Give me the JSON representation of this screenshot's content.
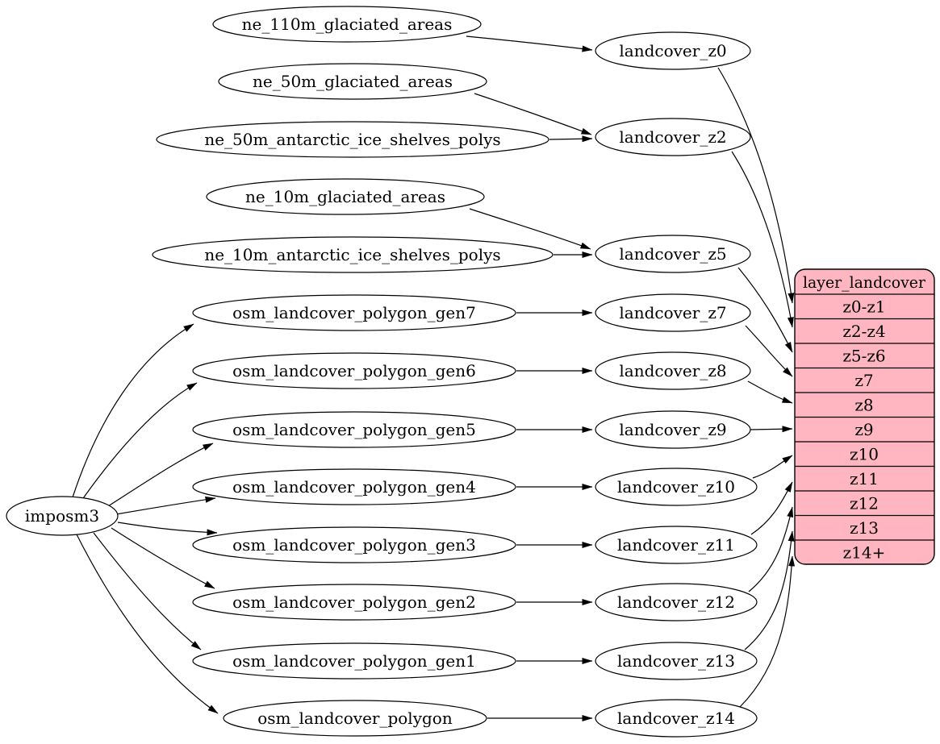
{
  "diagram": {
    "kind": "dependency-graph",
    "root": {
      "label": "imposm3"
    },
    "sources": [
      "ne_110m_glaciated_areas",
      "ne_50m_glaciated_areas",
      "ne_50m_antarctic_ice_shelves_polys",
      "ne_10m_glaciated_areas",
      "ne_10m_antarctic_ice_shelves_polys",
      "osm_landcover_polygon_gen7",
      "osm_landcover_polygon_gen6",
      "osm_landcover_polygon_gen5",
      "osm_landcover_polygon_gen4",
      "osm_landcover_polygon_gen3",
      "osm_landcover_polygon_gen2",
      "osm_landcover_polygon_gen1",
      "osm_landcover_polygon"
    ],
    "intermediates": [
      "landcover_z0",
      "landcover_z2",
      "landcover_z5",
      "landcover_z7",
      "landcover_z8",
      "landcover_z9",
      "landcover_z10",
      "landcover_z11",
      "landcover_z12",
      "landcover_z13",
      "landcover_z14"
    ],
    "table": {
      "title": "layer_landcover",
      "rows": [
        "z0-z1",
        "z2-z4",
        "z5-z6",
        "z7",
        "z8",
        "z9",
        "z10",
        "z11",
        "z12",
        "z13",
        "z14+"
      ]
    },
    "colors": {
      "table_fill": "#ffb6c1",
      "node_fill": "#ffffff",
      "stroke": "#000000"
    },
    "edges": [
      {
        "from": "imposm3",
        "to": "osm_landcover_polygon_gen7"
      },
      {
        "from": "imposm3",
        "to": "osm_landcover_polygon_gen6"
      },
      {
        "from": "imposm3",
        "to": "osm_landcover_polygon_gen5"
      },
      {
        "from": "imposm3",
        "to": "osm_landcover_polygon_gen4"
      },
      {
        "from": "imposm3",
        "to": "osm_landcover_polygon_gen3"
      },
      {
        "from": "imposm3",
        "to": "osm_landcover_polygon_gen2"
      },
      {
        "from": "imposm3",
        "to": "osm_landcover_polygon_gen1"
      },
      {
        "from": "imposm3",
        "to": "osm_landcover_polygon"
      },
      {
        "from": "ne_110m_glaciated_areas",
        "to": "landcover_z0"
      },
      {
        "from": "ne_50m_glaciated_areas",
        "to": "landcover_z2"
      },
      {
        "from": "ne_50m_antarctic_ice_shelves_polys",
        "to": "landcover_z2"
      },
      {
        "from": "ne_10m_glaciated_areas",
        "to": "landcover_z5"
      },
      {
        "from": "ne_10m_antarctic_ice_shelves_polys",
        "to": "landcover_z5"
      },
      {
        "from": "osm_landcover_polygon_gen7",
        "to": "landcover_z7"
      },
      {
        "from": "osm_landcover_polygon_gen6",
        "to": "landcover_z8"
      },
      {
        "from": "osm_landcover_polygon_gen5",
        "to": "landcover_z9"
      },
      {
        "from": "osm_landcover_polygon_gen4",
        "to": "landcover_z10"
      },
      {
        "from": "osm_landcover_polygon_gen3",
        "to": "landcover_z11"
      },
      {
        "from": "osm_landcover_polygon_gen2",
        "to": "landcover_z12"
      },
      {
        "from": "osm_landcover_polygon_gen1",
        "to": "landcover_z13"
      },
      {
        "from": "osm_landcover_polygon",
        "to": "landcover_z14"
      },
      {
        "from": "landcover_z0",
        "to": "layer_landcover:z0-z1"
      },
      {
        "from": "landcover_z2",
        "to": "layer_landcover:z2-z4"
      },
      {
        "from": "landcover_z5",
        "to": "layer_landcover:z5-z6"
      },
      {
        "from": "landcover_z7",
        "to": "layer_landcover:z7"
      },
      {
        "from": "landcover_z8",
        "to": "layer_landcover:z8"
      },
      {
        "from": "landcover_z9",
        "to": "layer_landcover:z9"
      },
      {
        "from": "landcover_z10",
        "to": "layer_landcover:z10"
      },
      {
        "from": "landcover_z11",
        "to": "layer_landcover:z11"
      },
      {
        "from": "landcover_z12",
        "to": "layer_landcover:z12"
      },
      {
        "from": "landcover_z13",
        "to": "layer_landcover:z13"
      },
      {
        "from": "landcover_z14",
        "to": "layer_landcover:z14+"
      }
    ]
  }
}
